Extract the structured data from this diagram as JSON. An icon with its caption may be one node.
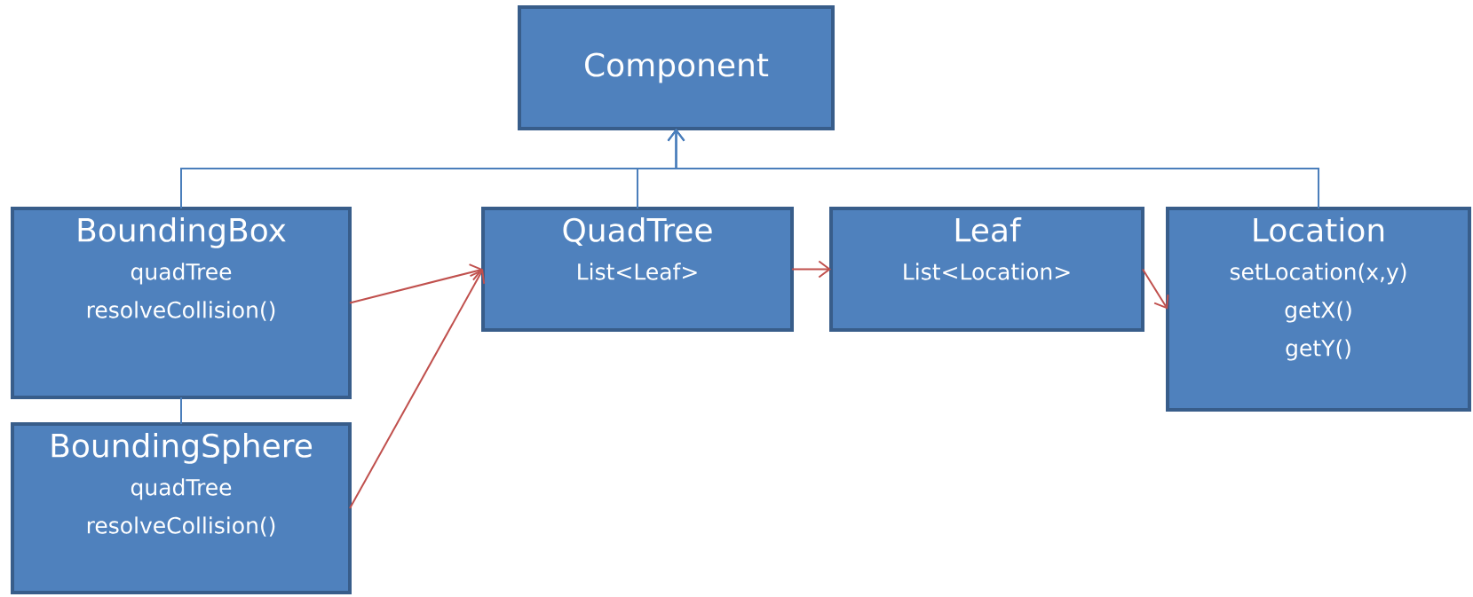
{
  "diagram": {
    "nodes": [
      {
        "text": [
          "Component"
        ]
      },
      {
        "text": [
          "BoundingBox",
          "quadTree",
          "resolveCollision()"
        ]
      },
      {
        "text": [
          "BoundingSphere",
          "quadTree",
          "resolveCollision()"
        ]
      },
      {
        "text": [
          "QuadTree",
          "List<Leaf>"
        ]
      },
      {
        "text": [
          "Leaf",
          "List<Location>"
        ]
      },
      {
        "text": [
          "Location",
          "setLocation(x,y)",
          "getX()",
          "getY()"
        ]
      }
    ],
    "edges": [
      {
        "from": 1,
        "to": 0,
        "arrow": "to",
        "color": "#4a7ebb"
      },
      {
        "from": 3,
        "to": 0,
        "arrow": "to",
        "color": "#4a7ebb"
      },
      {
        "from": 5,
        "to": 0,
        "arrow": "to",
        "color": "#4a7ebb"
      },
      {
        "from": 1,
        "to": 2,
        "arrow": "none",
        "color": "#4a7ebb"
      },
      {
        "from": 1,
        "to": 3,
        "arrow": "to",
        "color": "#c0504d"
      },
      {
        "from": 2,
        "to": 3,
        "arrow": "to",
        "color": "#c0504d"
      },
      {
        "from": 3,
        "to": 4,
        "arrow": "to",
        "color": "#c0504d"
      },
      {
        "from": 4,
        "to": 5,
        "arrow": "to",
        "color": "#c0504d"
      }
    ]
  }
}
